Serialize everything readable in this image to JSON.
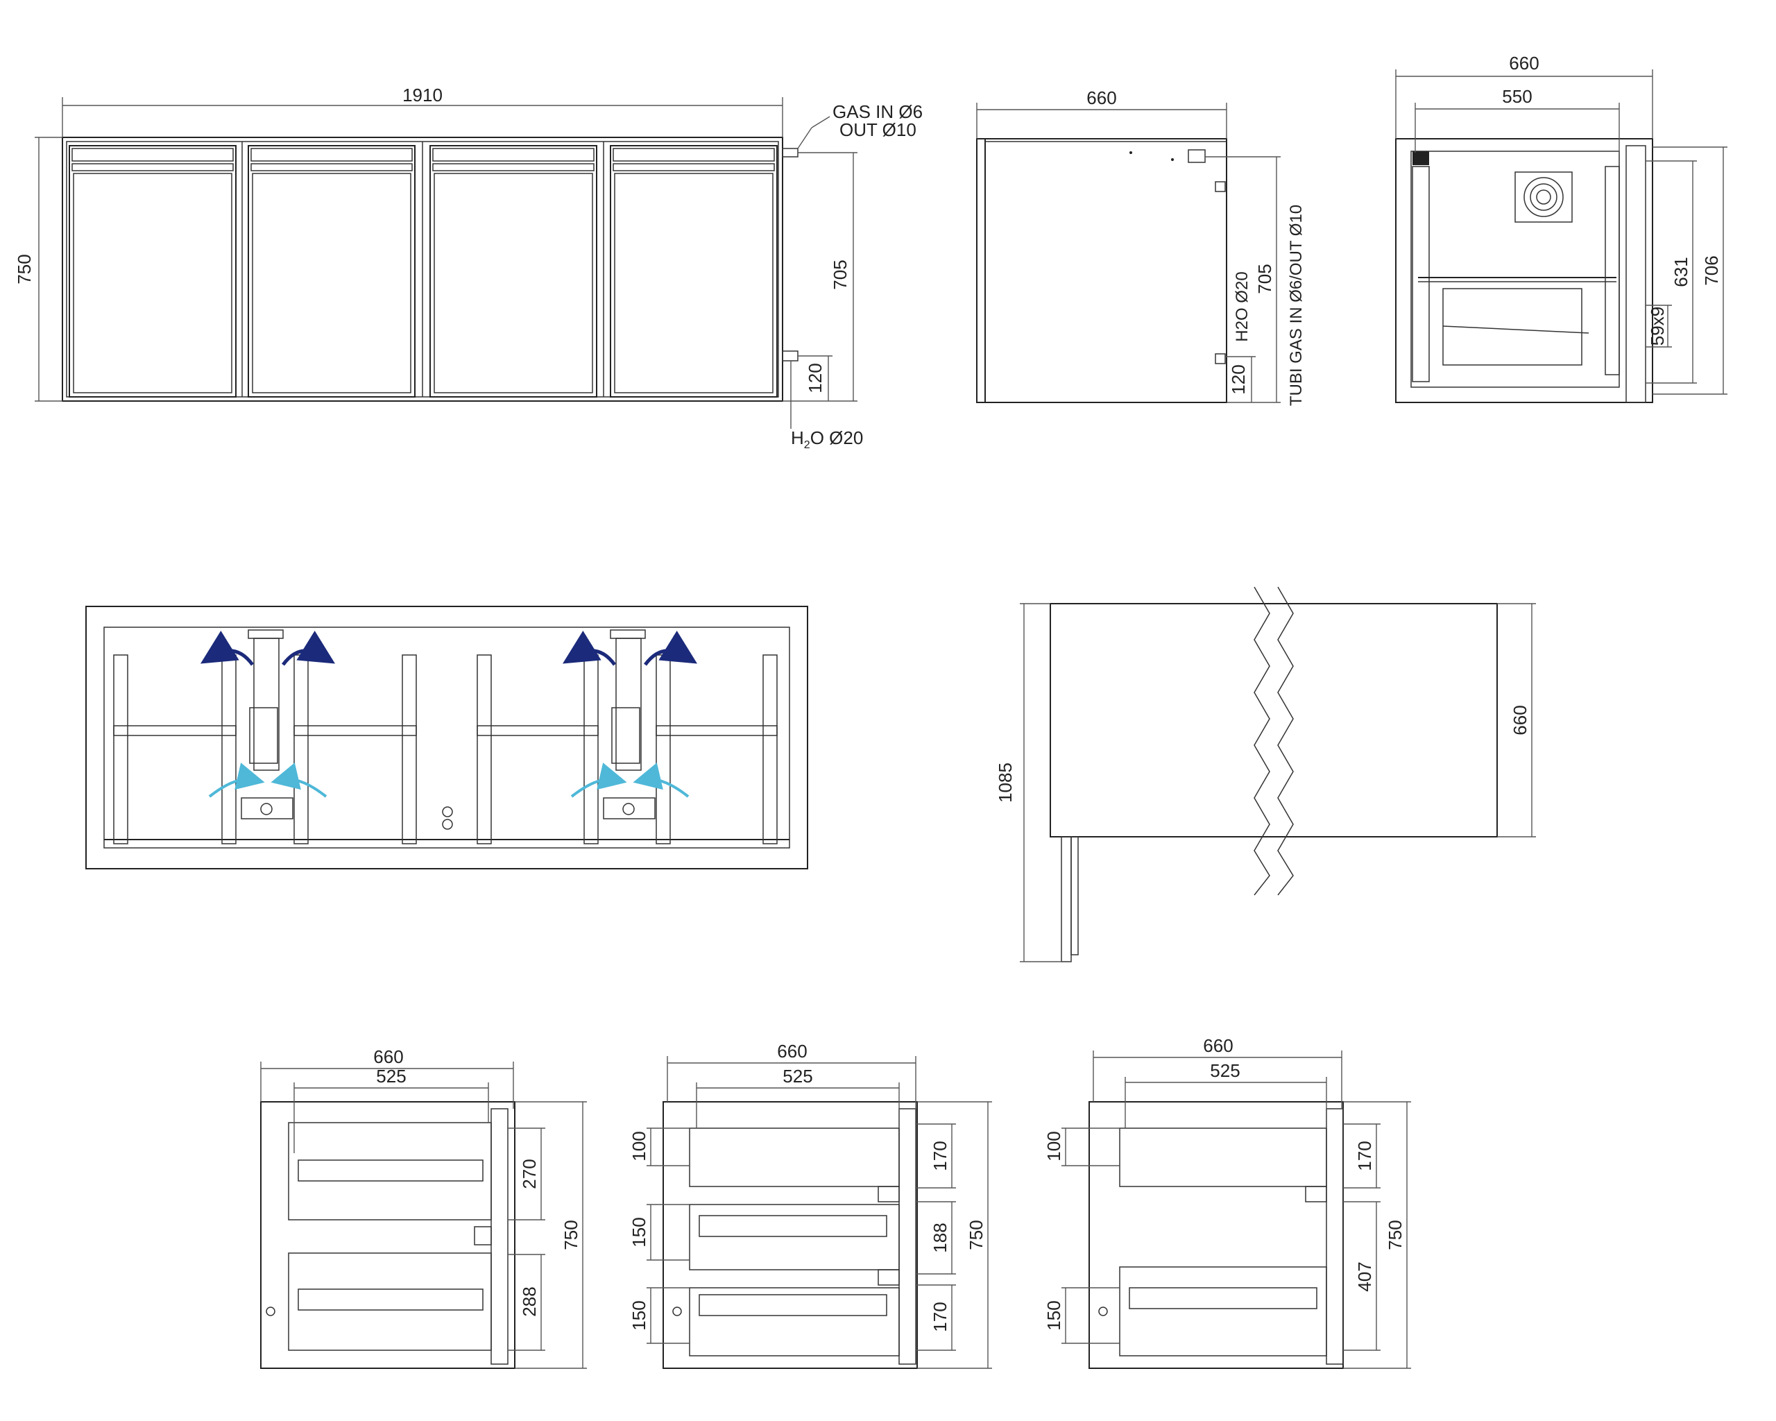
{
  "front_view": {
    "width": "1910",
    "height": "750",
    "pipe_height": "705",
    "bottom_offset": "120",
    "gas_in": "GAS IN Ø6",
    "gas_out": "OUT Ø10",
    "water_prefix": "H",
    "water_sub": "2",
    "water_suffix": "O Ø20"
  },
  "side_view": {
    "width": "660",
    "pipe_height": "705",
    "bottom_offset": "120",
    "water_label": "H2O Ø20",
    "gas_label": "TUBI GAS IN Ø6/OUT Ø10"
  },
  "section_view": {
    "outer_width": "660",
    "inner_width": "550",
    "height_631": "631",
    "height_706": "706",
    "rail": "59x9"
  },
  "top_view": {
    "length": "1085",
    "depth": "660"
  },
  "drawer_views": [
    {
      "outer": "660",
      "inner": "525",
      "height": "750",
      "right_dims": [
        "270",
        "288"
      ],
      "left_dims": []
    },
    {
      "outer": "660",
      "inner": "525",
      "height": "750",
      "right_dims": [
        "170",
        "188",
        "170"
      ],
      "left_dims": [
        "100",
        "150",
        "150"
      ]
    },
    {
      "outer": "660",
      "inner": "525",
      "height": "750",
      "right_dims": [
        "170",
        "407"
      ],
      "left_dims": [
        "100",
        "150"
      ]
    }
  ],
  "colors": {
    "line": "#222222",
    "air_light": "#4fb8d8",
    "air_dark": "#1b2a7a"
  }
}
